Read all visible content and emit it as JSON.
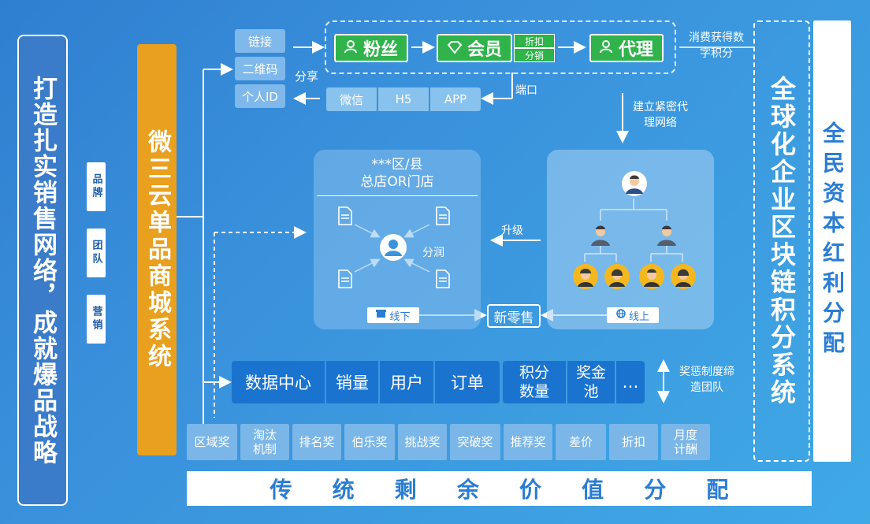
{
  "left_title": "打造扎实销售网络，成就爆品战略",
  "left_tags": [
    "品牌",
    "团队",
    "营销"
  ],
  "orange_title": "微三云单品商城系统",
  "share_items": [
    "链接",
    "二维码",
    "个人ID"
  ],
  "share_label": "分享",
  "funnel": {
    "fans": "粉丝",
    "member": "会员",
    "discount": "折扣",
    "distribution": "分销",
    "agent": "代理"
  },
  "consume_label": "消费获得数字积分",
  "ports": [
    "微信",
    "H5",
    "APP"
  ],
  "port_label": "端口",
  "network_label": "建立紧密代理网络",
  "store": {
    "title_line1": "***区/县",
    "title_line2": "总店OR门店",
    "profit_label": "分润"
  },
  "upgrade_label": "升级",
  "offline_label": "线下",
  "new_retail": "新零售",
  "online_label": "线上",
  "data_blocks": [
    "数据中心",
    "销量",
    "用户",
    "订单"
  ],
  "points_block": "积分数量",
  "prize_block": "奖金池",
  "more_block": "…",
  "reward_label": "奖惩制度缔造团队",
  "awards": [
    "区域奖",
    "淘汰机制",
    "排名奖",
    "伯乐奖",
    "挑战奖",
    "突破奖",
    "推荐奖",
    "差价",
    "折扣",
    "月度计酬"
  ],
  "bottom_bar": [
    "传",
    "统",
    "剩",
    "余",
    "价",
    "值",
    "分",
    "配"
  ],
  "right_dashed_title": "全球化企业区块链积分系统",
  "right_white_title": "全民资本红利分配",
  "colors": {
    "background": "#3a92dc",
    "orange": "#e8a01e",
    "green": "#2fb34a",
    "deep_blue": "#1a74cf",
    "chip": "#7fb8ea"
  }
}
